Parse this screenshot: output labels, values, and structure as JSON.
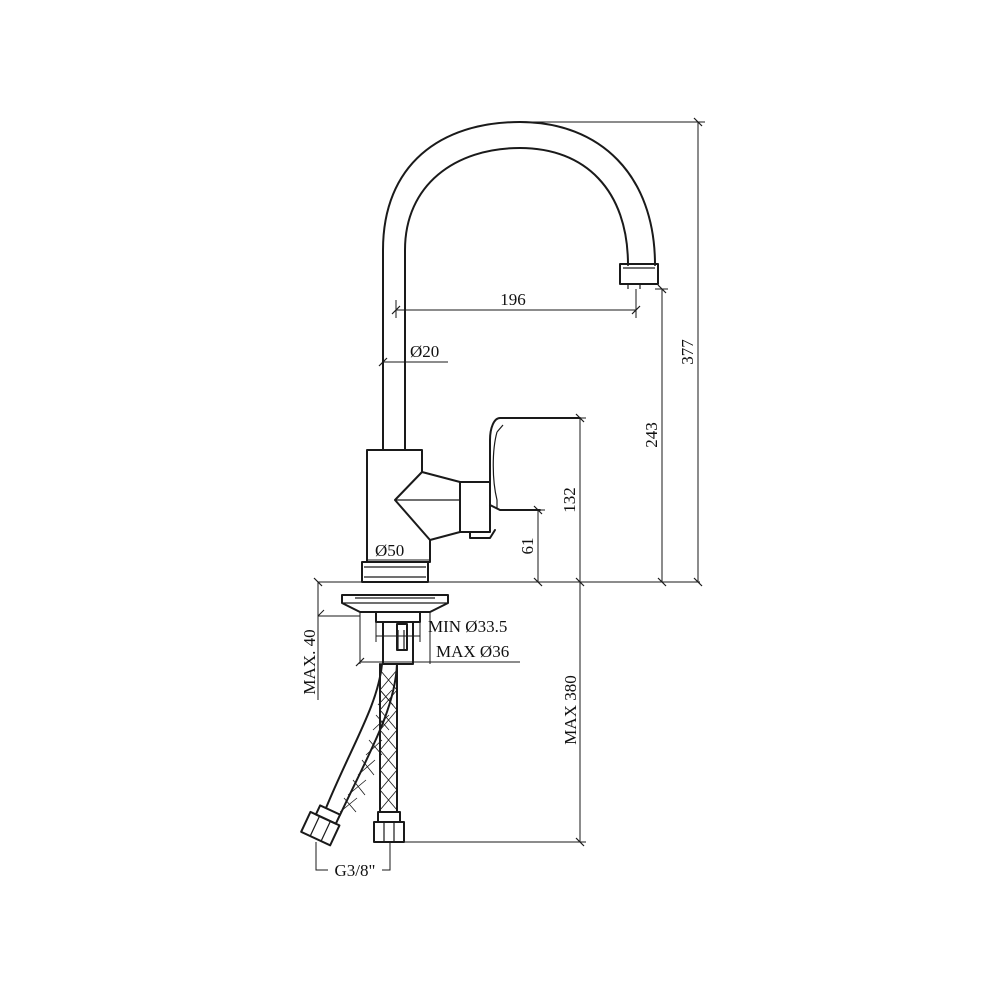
{
  "drawing": {
    "dimensions": {
      "height_overall": "377",
      "height_outlet": "243",
      "height_handle": "132",
      "height_lever_base": "61",
      "reach": "196",
      "spout_dia": "Ø20",
      "base_dia": "Ø50",
      "hole_min": "MIN Ø33.5",
      "hole_max": "MAX Ø36",
      "deck_thickness": "MAX. 40",
      "hose_length": "MAX 380",
      "thread": "G3/8\""
    }
  }
}
